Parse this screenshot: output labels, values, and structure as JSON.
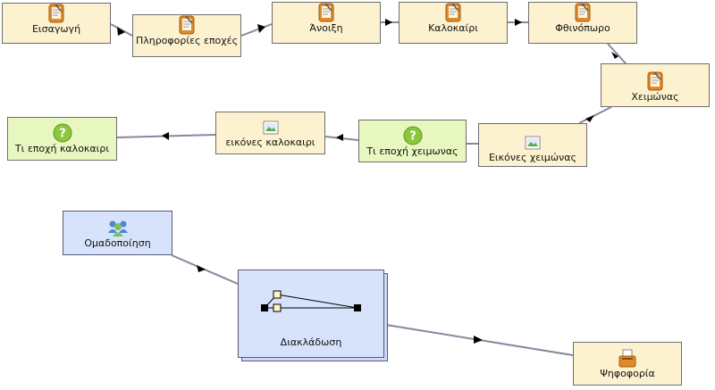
{
  "activities": {
    "intro": "Εισαγωγή",
    "season_info": "Πληροφορίες εποχές",
    "spring": "Άνοιξη",
    "summer": "Καλοκαίρι",
    "autumn": "Φθινόπωρο",
    "winter": "Χειμώνας",
    "winter_pictures": "Εικόνες χειμώνας",
    "winter_question": "Τι εποχή χειμωνας",
    "summer_pictures": "εικόνες καλοκαιρι",
    "summer_question": "Τι εποχή καλοκαιρι",
    "grouping": "Ομαδοποίηση",
    "branching": "Διακλάδωση",
    "voting": "Ψηφοφορία"
  },
  "colors": {
    "activity_fill": "#fdf2cf",
    "question_fill": "#e7f7bf",
    "group_fill": "#d7e3fb",
    "connector": "#8a879c"
  },
  "icons": {
    "notebook": "notebook-icon",
    "question": "question-mark-icon",
    "picture": "picture-icon",
    "people": "people-group-icon",
    "vote": "ballot-box-icon"
  }
}
